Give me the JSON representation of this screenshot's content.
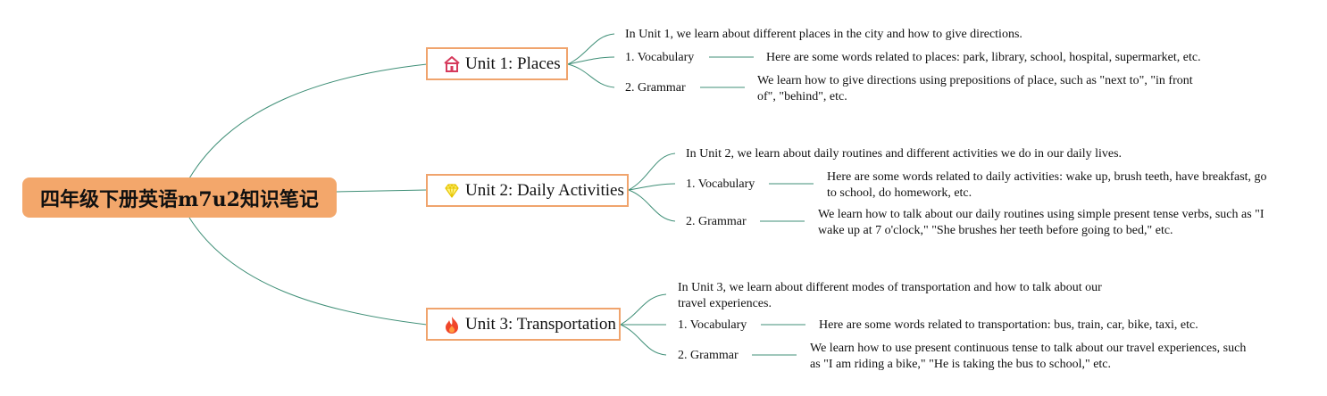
{
  "root": {
    "title": "四年级下册英语m7u2知识笔记"
  },
  "colors": {
    "root_fill": "#f3a76b",
    "unit_border": "#f0a46d",
    "connector": "#3f8f77"
  },
  "units": [
    {
      "title": "Unit 1: Places",
      "icon": "house-icon",
      "intro": "In Unit 1, we learn about different places in the city and how to give directions.",
      "vocab_label": "1. Vocabulary",
      "vocab_text": "Here are some words related to places: park, library, school, hospital, supermarket, etc.",
      "grammar_label": "2. Grammar",
      "grammar_text": "We learn how to give directions using prepositions of place, such as \"next to\", \"in front of\", \"behind\", etc."
    },
    {
      "title": "Unit 2: Daily Activities",
      "icon": "diamond-icon",
      "intro": "In Unit 2, we learn about daily routines and different activities we do in our daily lives.",
      "vocab_label": "1. Vocabulary",
      "vocab_text": "Here are some words related to daily activities: wake up, brush teeth, have breakfast, go to school, do homework, etc.",
      "grammar_label": "2. Grammar",
      "grammar_text": "We learn how to talk about our daily routines using simple present tense verbs, such as \"I wake up at 7 o'clock,\" \"She brushes her teeth before going to bed,\" etc."
    },
    {
      "title": "Unit 3: Transportation",
      "icon": "fire-icon",
      "intro": "In Unit 3, we learn about different modes of transportation and how to talk about our travel experiences.",
      "vocab_label": "1. Vocabulary",
      "vocab_text": "Here are some words related to transportation: bus, train, car, bike, taxi, etc.",
      "grammar_label": "2. Grammar",
      "grammar_text": "We learn how to use present continuous tense to talk about our travel experiences, such as \"I am riding a bike,\" \"He is taking the bus to school,\" etc."
    }
  ]
}
